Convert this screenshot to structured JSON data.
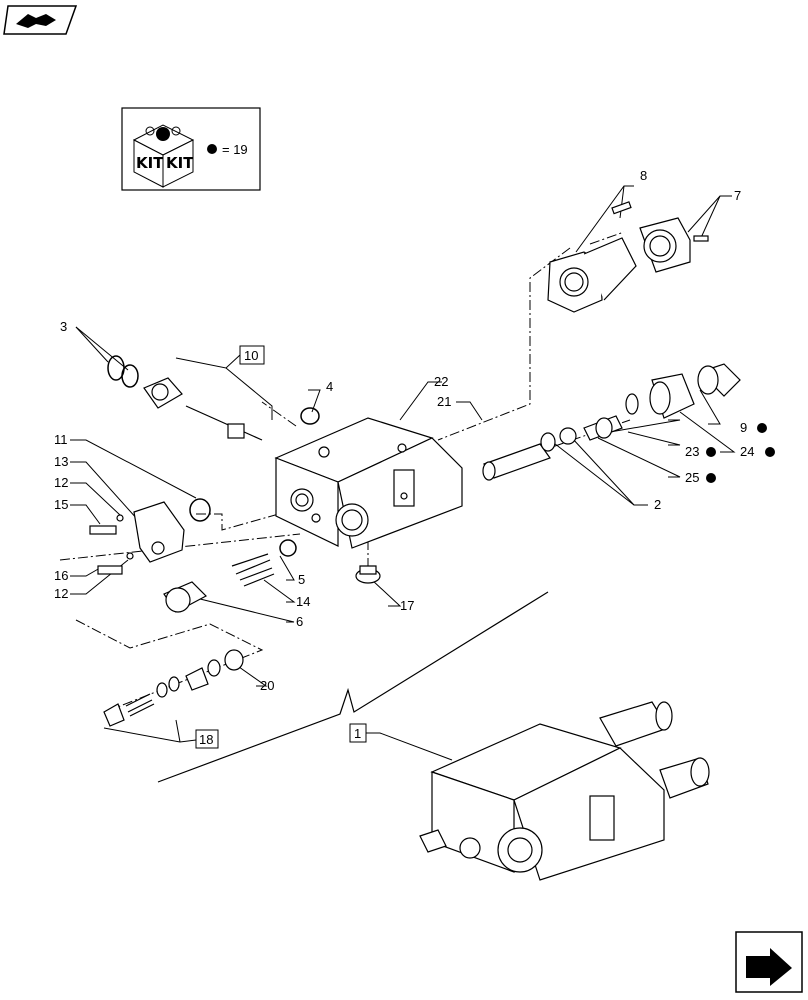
{
  "kit_box": {
    "kit_word_1": "KIT",
    "kit_word_2": "KIT",
    "legend": "= 19"
  },
  "callouts": {
    "c1": "1",
    "c2": "2",
    "c3": "3",
    "c4": "4",
    "c5": "5",
    "c6": "6",
    "c7": "7",
    "c8": "8",
    "c9": "9",
    "c10": "10",
    "c11": "11",
    "c12a": "12",
    "c12b": "12",
    "c13": "13",
    "c14": "14",
    "c15": "15",
    "c16": "16",
    "c17": "17",
    "c18": "18",
    "c20": "20",
    "c21": "21",
    "c22": "22",
    "c23": "23",
    "c24": "24",
    "c25": "25"
  },
  "kit_markers": [
    "9",
    "23",
    "24",
    "25"
  ],
  "icons": {
    "top_left": "book-arrow-icon",
    "bottom_right": "next-page-arrow-icon"
  }
}
